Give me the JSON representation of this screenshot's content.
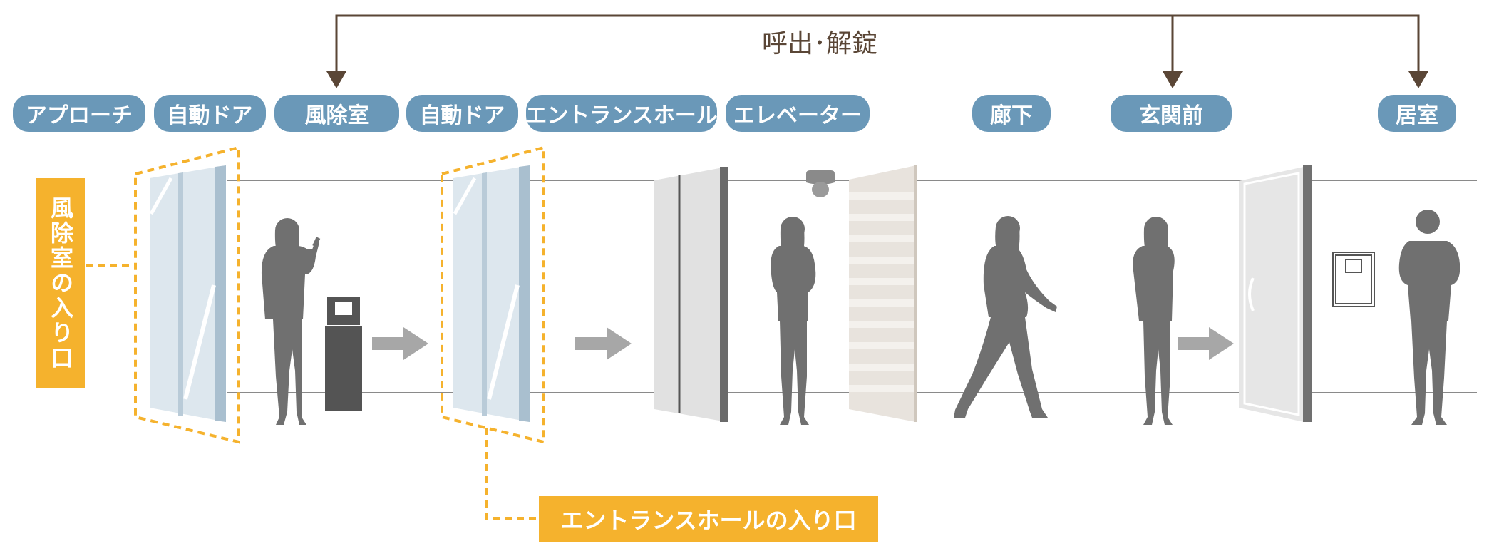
{
  "call_label": "呼出･解錠",
  "stages": [
    {
      "label": "アプローチ"
    },
    {
      "label": "自動ドア"
    },
    {
      "label": "風除室"
    },
    {
      "label": "自動ドア"
    },
    {
      "label": "エントランスホール"
    },
    {
      "label": "エレベーター"
    },
    {
      "label": "廊下"
    },
    {
      "label": "玄関前"
    },
    {
      "label": "居室"
    }
  ],
  "callouts": {
    "vestibule_entrance": "風除室の入り口",
    "hall_entrance": "エントランスホールの入り口"
  },
  "colors": {
    "pill": "#6a98b8",
    "callout": "#f5b22d",
    "connector": "#5a4636",
    "silhouette": "#707070",
    "arrow": "#a7a7a7"
  }
}
